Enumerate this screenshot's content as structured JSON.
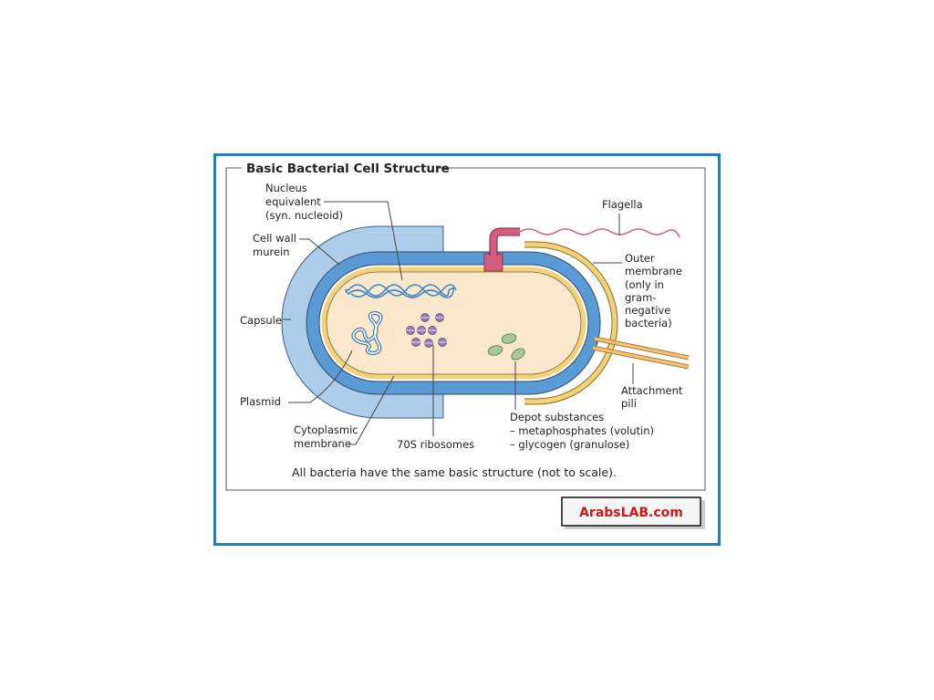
{
  "title": "Basic Bacterial Cell Structure",
  "labels": {
    "nucleus": [
      "Nucleus",
      "equivalent",
      "(syn. nucleoid)"
    ],
    "cell_wall": [
      "Cell wall",
      "murein"
    ],
    "capsule": "Capsule",
    "plasmid": "Plasmid",
    "cytoplasmic_membrane": [
      "Cytoplasmic",
      "membrane"
    ],
    "ribosomes": "70S ribosomes",
    "depot": [
      "Depot substances",
      "– metaphosphates (volutin)",
      "– glycogen (granulose)"
    ],
    "flagella": "Flagella",
    "outer_membrane": [
      "Outer",
      "membrane",
      "(only in",
      "gram-",
      "negative",
      "bacteria)"
    ],
    "pili": [
      "Attachment",
      "pili"
    ]
  },
  "caption": "All bacteria have the same basic structure (not to scale).",
  "watermark": "ArabsLAB.com",
  "colors": {
    "frame": "#1f7fc2",
    "capsule": "#aecdea",
    "cell_wall": "#5a9bd5",
    "membrane": "#f2d27a",
    "cytoplasm": "#fbe7cb",
    "flagellum": "#d45c7e",
    "ribosome": "#9a7bb8",
    "depot": "#a9c79a",
    "watermark_text": "#d01818"
  }
}
